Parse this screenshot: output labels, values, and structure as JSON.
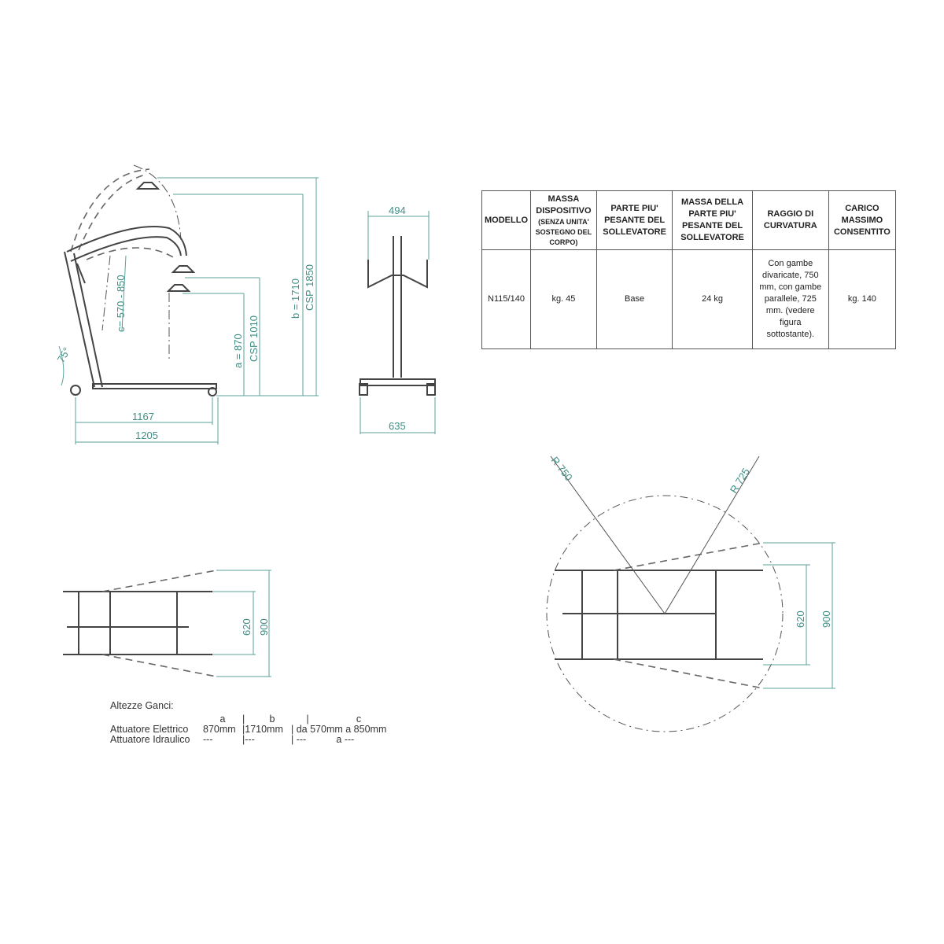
{
  "colors": {
    "dimension": "#3f8f86",
    "line": "#444444"
  },
  "side_view": {
    "angle": "75°",
    "c_range": "c= 570  - 850",
    "a_dim": "a = 870",
    "csp_low": "CSP 1010",
    "b_dim": "b = 1710",
    "csp_high": "CSP 1850",
    "len_inner": "1167",
    "len_outer": "1205"
  },
  "front_view": {
    "top_width": "494",
    "base_width": "635"
  },
  "table": {
    "headers": [
      "MODELLO",
      "MASSA DISPOSITIVO",
      "(SENZA UNITA' SOSTEGNO DEL CORPO)",
      "PARTE PIU' PESANTE DEL SOLLEVATORE",
      "MASSA DELLA PARTE PIU' PESANTE DEL SOLLEVATORE",
      "RAGGIO DI CURVATURA",
      "CARICO MASSIMO CONSENTITO"
    ],
    "row": [
      "N115/140",
      "kg. 45",
      "Base",
      "24 kg",
      "Con gambe divaricate, 750 mm, con gambe parallele, 725 mm. (vedere figura sottostante).",
      "kg. 140"
    ]
  },
  "base_top_view": {
    "inner": "620",
    "outer": "900"
  },
  "radius_view": {
    "r1": "R 750",
    "r2": "R 725",
    "inner": "620",
    "outer": "900"
  },
  "notes": {
    "title": "Altezze Ganci:",
    "header": [
      "a",
      "|",
      "b",
      "|",
      "c"
    ],
    "electric": {
      "label": "Attuatore Elettrico",
      "a": "870mm",
      "b": "|1710mm",
      "c": "| da 570mm a 850mm"
    },
    "hydraulic": {
      "label": "Attuatore Idraulico",
      "a": "---",
      "b": "|---",
      "c": "| ---           a ---"
    }
  }
}
